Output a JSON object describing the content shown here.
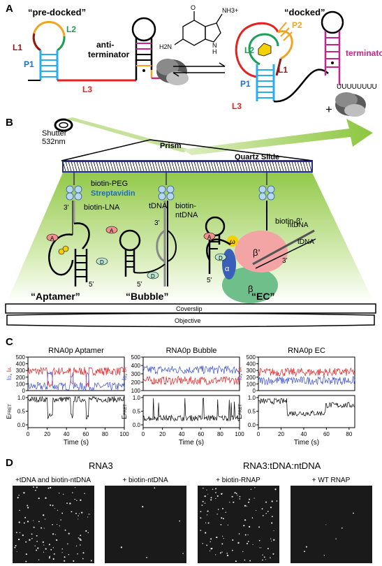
{
  "panels": {
    "A": {
      "letter": "A",
      "pre_docked": "“pre-docked”",
      "docked": "“docked”",
      "labels": {
        "L1": "L1",
        "L2": "L2",
        "P1": "P1",
        "L3": "L3",
        "anti_1": "anti-",
        "anti_2": "terminator",
        "P2": "P2",
        "terminator": "terminator",
        "polyU": "UUUUUUUU",
        "plus": "+"
      },
      "ligand_labels": {
        "nh3": "NH3+",
        "o": "O",
        "h2n": "H2N",
        "nh": "N",
        "h": "H",
        "n1": "N",
        "n2": "N"
      }
    },
    "B": {
      "letter": "B",
      "shutter": "Shutter",
      "wavelength": "532nm",
      "prism": "Prism",
      "quartz": "Quartz Slide",
      "biotin_peg": "biotin-PEG",
      "streptavidin": "Streptavidin",
      "biotin_lna": "biotin-LNA",
      "tdna": "tDNA",
      "biotin_ntdna_1": "biotin-",
      "biotin_ntdna_2": "ntDNA",
      "biotin_beta": "biotin-β’",
      "ntdna": "ntDNA",
      "tdna2": "tDNA",
      "three_prime": "3’",
      "five_prime": "5’",
      "A": "A",
      "D": "D",
      "omega": "ω",
      "alpha": "α",
      "beta_prime": "β’",
      "beta": "β",
      "aptamer": "“Aptamer”",
      "bubble": "“Bubble”",
      "ec": "“EC”",
      "coverslip": "Coverslip",
      "objective": "Objective"
    },
    "C": {
      "letter": "C",
      "colors": {
        "donor": "#3a4fd1",
        "acceptor": "#e52222",
        "fret": "#000000"
      },
      "y_donor": "I",
      "y_acceptor": "I",
      "sub_D": "D",
      "sub_A": "A",
      "sep": ", ",
      "efret": "E",
      "efret_sub": "FRET",
      "xlabel": "Time (s)",
      "plots": [
        {
          "title": "RNA0p Aptamer",
          "xticks": [
            "0",
            "20",
            "40",
            "60",
            "80",
            "100"
          ],
          "xmax": 100,
          "yticks_top": [
            "0",
            "100",
            "200",
            "300",
            "400",
            "500"
          ],
          "yticks_bottom": [
            "0.0",
            "0.5",
            "1.0"
          ]
        },
        {
          "title": "RNA0p Bubble",
          "xticks": [
            "0",
            "20",
            "40",
            "60",
            "80",
            "100"
          ],
          "xmax": 100,
          "yticks_top": [
            "100",
            "200",
            "300",
            "400",
            "500"
          ],
          "yticks_bottom": [
            "0.0",
            "0.5",
            "1.0"
          ]
        },
        {
          "title": "RNA0p EC",
          "xticks": [
            "0",
            "20",
            "40",
            "60",
            "80"
          ],
          "xmax": 85,
          "yticks_top": [
            "0",
            "100",
            "200",
            "300",
            "400",
            "500"
          ],
          "yticks_bottom": [
            "0.0",
            "0.5",
            "1.0"
          ]
        }
      ]
    },
    "D": {
      "letter": "D",
      "group1": "RNA3",
      "group2": "RNA3:tDNA:ntDNA",
      "images": [
        {
          "label": "+tDNA and biotin-ntDNA",
          "spot_density": 0.9
        },
        {
          "label": "+ biotin-ntDNA",
          "spot_density": 0.05
        },
        {
          "label": "+ biotin-RNAP",
          "spot_density": 0.9
        },
        {
          "label": "+ WT RNAP",
          "spot_density": 0.06
        }
      ]
    }
  }
}
